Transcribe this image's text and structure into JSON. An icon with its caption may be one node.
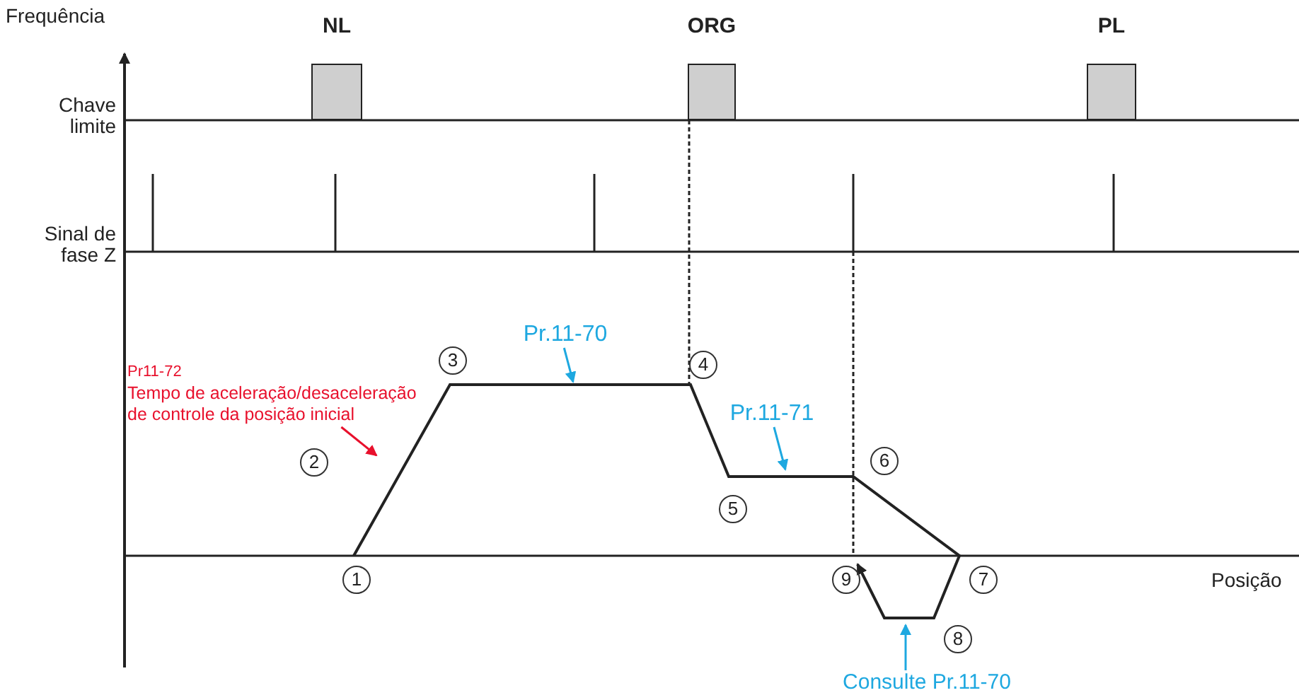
{
  "diagram": {
    "nodes": [
      {
        "text": [
          "NL"
        ]
      },
      {
        "text": [
          "ORG"
        ]
      },
      {
        "text": [
          "PL"
        ]
      },
      {
        "text": [
          "1"
        ]
      },
      {
        "text": [
          "2"
        ]
      },
      {
        "text": [
          "3"
        ]
      },
      {
        "text": [
          "4"
        ]
      },
      {
        "text": [
          "5"
        ]
      },
      {
        "text": [
          "6"
        ]
      },
      {
        "text": [
          "7"
        ]
      },
      {
        "text": [
          "8"
        ]
      },
      {
        "text": [
          "9"
        ]
      },
      {
        "text": [
          "Pr.11-70"
        ]
      },
      {
        "text": [
          "Pr.11-71"
        ]
      },
      {
        "text": [
          "Consulte Pr.11-70"
        ]
      },
      {
        "text": [
          "Pr11-72",
          "Tempo de aceleração/desaceleração de controle da posição inicial"
        ]
      }
    ],
    "edges": [
      {
        "from": 12,
        "to": null,
        "arrow": "to",
        "color": "#1ea8e0"
      },
      {
        "from": 13,
        "to": null,
        "arrow": "to",
        "color": "#1ea8e0"
      },
      {
        "from": 14,
        "to": null,
        "arrow": "to",
        "color": "#1ea8e0"
      },
      {
        "from": 15,
        "to": null,
        "arrow": "to",
        "color": "#e8102c"
      }
    ],
    "labels": [
      "Frequência",
      "Chave limite",
      "Sinal de fase Z",
      "Posição"
    ]
  }
}
